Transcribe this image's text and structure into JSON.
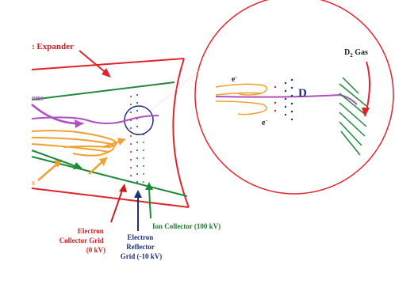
{
  "labels": {
    "expander": ": Expander",
    "ions": "ons",
    "partial_s": "s",
    "d2_gas_main": "D",
    "d2_gas_sub": "2",
    "d2_gas_rest": " Gas",
    "d_ion": "D",
    "electron_top": "e",
    "electron_bottom": "e",
    "electron_sup": "-",
    "ion_collector": "Ion Collector (100 kV)",
    "electron_collector": [
      "Electron",
      "Collector Grid",
      "(0 kV)"
    ],
    "electron_reflector": [
      "Electron",
      "Reflector",
      "Grid (-10 kV)"
    ]
  },
  "colors": {
    "expander_wall": "#e0242c",
    "grid_green": "#1e8a3a",
    "ion_path": "#b050c0",
    "electron_path": "#f0a030",
    "red_label": "#cc1f1f",
    "navy_label": "#1f2f7a",
    "green_label": "#1e7a32",
    "ion_dots": "#2a3aa0"
  }
}
